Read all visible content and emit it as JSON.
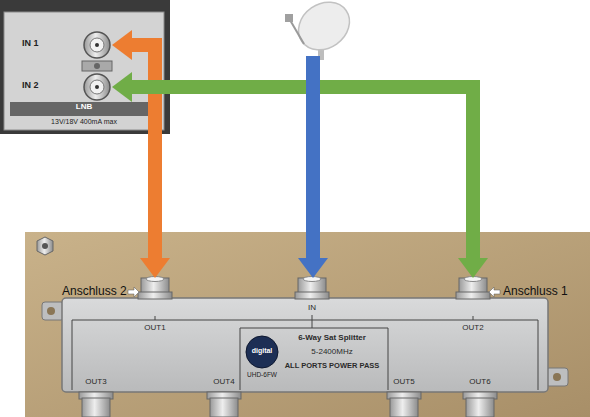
{
  "diagram": {
    "nodes": [
      {
        "text": [
          "LNB",
          "13V/18V 400mA max"
        ]
      },
      {
        "text": [
          "IN 1"
        ],
        "in": 0
      },
      {
        "text": [
          "IN 2"
        ],
        "in": 0
      },
      {
        "text": [
          "6-Way Sat Splitter",
          "5-2400MHz",
          "ALL PORTS POWER PASS"
        ]
      },
      {
        "text": [
          "OUT1"
        ],
        "in": 3
      },
      {
        "text": [
          "IN"
        ],
        "in": 3
      },
      {
        "text": [
          "OUT2"
        ],
        "in": 3
      }
    ],
    "edges": [
      {
        "from": 4,
        "to": 1,
        "arrow": "both"
      },
      {
        "from": 6,
        "to": 2,
        "arrow": "both"
      }
    ],
    "labels": [
      "Anschluss 2",
      "Anschluss 1",
      "OUT3",
      "OUT4",
      "OUT5",
      "OUT6",
      "digital",
      "UHD-6FW"
    ]
  }
}
